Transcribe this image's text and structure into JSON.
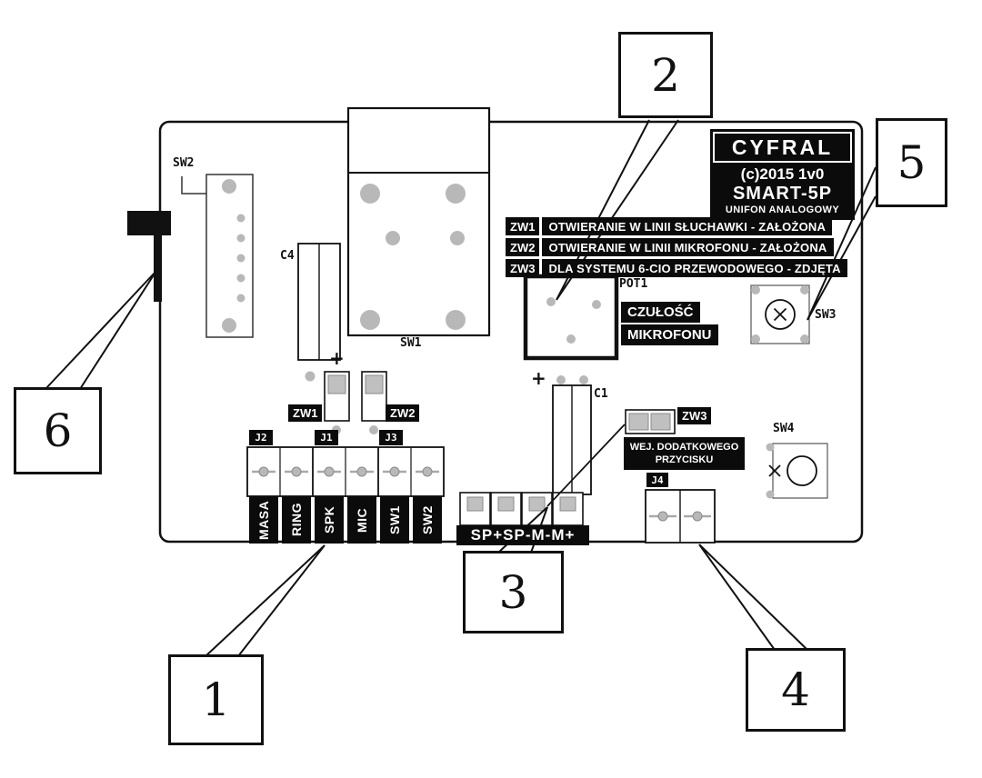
{
  "board": {
    "logo": {
      "brand": "CYFRAL",
      "version": "(c)2015 1v0",
      "model": "SMART-5P",
      "subtitle": "UNIFON ANALOGOWY"
    },
    "legend": [
      {
        "id": "ZW1",
        "text": "OTWIERANIE W LINII SŁUCHAWKI - ZAŁOŻONA"
      },
      {
        "id": "ZW2",
        "text": "OTWIERANIE W LINII MIKROFONU - ZAŁOŻONA"
      },
      {
        "id": "ZW3",
        "text": "DLA SYSTEMU 6-CIO PRZEWODOWEGO - ZDJĘTA"
      }
    ],
    "refs": {
      "sw1": "SW1",
      "sw2": "SW2",
      "sw3": "SW3",
      "sw4": "SW4",
      "c1": "C1",
      "c4": "C4",
      "pot1": "POT1",
      "j1": "J1",
      "j2": "J2",
      "j3": "J3",
      "j4": "J4",
      "zw1": "ZW1",
      "zw2": "ZW2",
      "zw3": "ZW3",
      "plus": "+"
    },
    "boxes": {
      "mic_sensitivity": [
        "CZUŁOŚĆ",
        "MIKROFONU"
      ],
      "aux_button": [
        "WEJ. DODATKOWEGO",
        "PRZYCISKU"
      ],
      "sp_terminals": "SP+SP-M-M+"
    },
    "terminals": [
      "MASA",
      "RING",
      "SPK",
      "MIC",
      "SW1",
      "SW2"
    ]
  },
  "callouts": [
    "1",
    "2",
    "3",
    "4",
    "5",
    "6"
  ]
}
